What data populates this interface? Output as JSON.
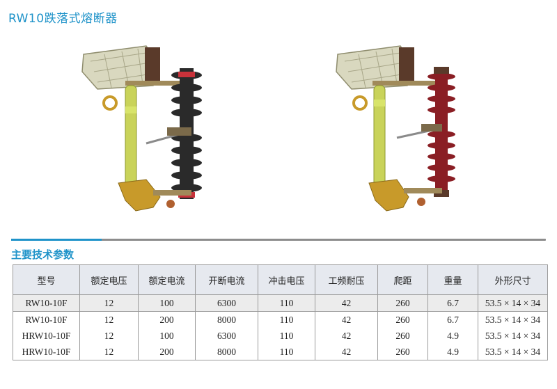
{
  "page": {
    "title": "RW10跌落式熔断器"
  },
  "photos": [
    {
      "name": "product-photo-black",
      "insulator_color": "#2a2a2a"
    },
    {
      "name": "product-photo-red",
      "insulator_color": "#8a1e24"
    }
  ],
  "specs": {
    "section_title": "主要技术参数",
    "headers": [
      "型号",
      "额定电压",
      "额定电流",
      "开断电流",
      "冲击电压",
      "工频耐压",
      "爬距",
      "重量",
      "外形尺寸"
    ],
    "rows": [
      [
        "RW10-10F",
        "12",
        "100",
        "6300",
        "110",
        "42",
        "260",
        "6.7",
        "53.5 × 14 × 34"
      ],
      [
        "RW10-10F",
        "12",
        "200",
        "8000",
        "110",
        "42",
        "260",
        "6.7",
        "53.5 × 14 × 34"
      ],
      [
        "HRW10-10F",
        "12",
        "100",
        "6300",
        "110",
        "42",
        "260",
        "4.9",
        "53.5 × 14 × 34"
      ],
      [
        "HRW10-10F",
        "12",
        "200",
        "8000",
        "110",
        "42",
        "260",
        "4.9",
        "53.5 × 14 × 34"
      ]
    ]
  },
  "colors": {
    "accent": "#1f93c9",
    "rule": "#8c8c8c",
    "header_bg": "#e6e9ef"
  }
}
